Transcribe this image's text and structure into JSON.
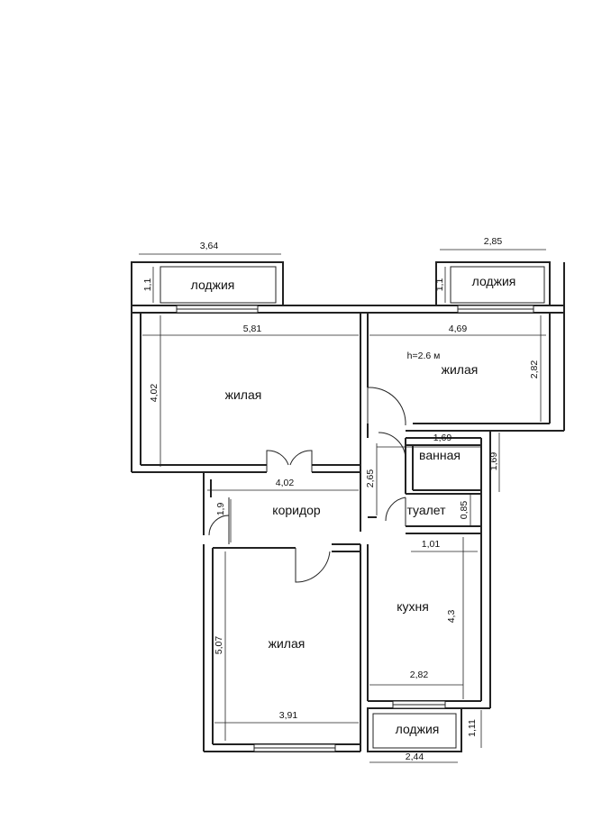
{
  "rooms": {
    "loggia_left": "лоджия",
    "loggia_right": "лоджия",
    "loggia_bottom": "лоджия",
    "living_1": "жилая",
    "living_2": "жилая",
    "living_3": "жилая",
    "bathroom": "ванная",
    "toilet": "туалет",
    "corridor": "коридор",
    "kitchen": "кухня"
  },
  "ceiling_height": "h=2.6 м",
  "dimensions": {
    "loggia_left_width": "3,64",
    "loggia_left_depth": "1,1",
    "loggia_right_width": "2,85",
    "loggia_right_depth": "1,1",
    "living_1_width": "5,81",
    "living_1_depth": "4,02",
    "living_1_bottom": "4,02",
    "living_2_width": "4,69",
    "living_2_depth": "2,82",
    "bath_width": "1,69",
    "bath_side": "1,69",
    "corridor_height": "2,65",
    "corridor_side": "1,9",
    "toilet_depth": "0,85",
    "toilet_width": "1,01",
    "kitchen_depth": "4,3",
    "kitchen_width": "2,82",
    "living_3_depth": "5,07",
    "living_3_width": "3,91",
    "loggia_bottom_width": "2,44",
    "loggia_bottom_depth": "1,11"
  }
}
